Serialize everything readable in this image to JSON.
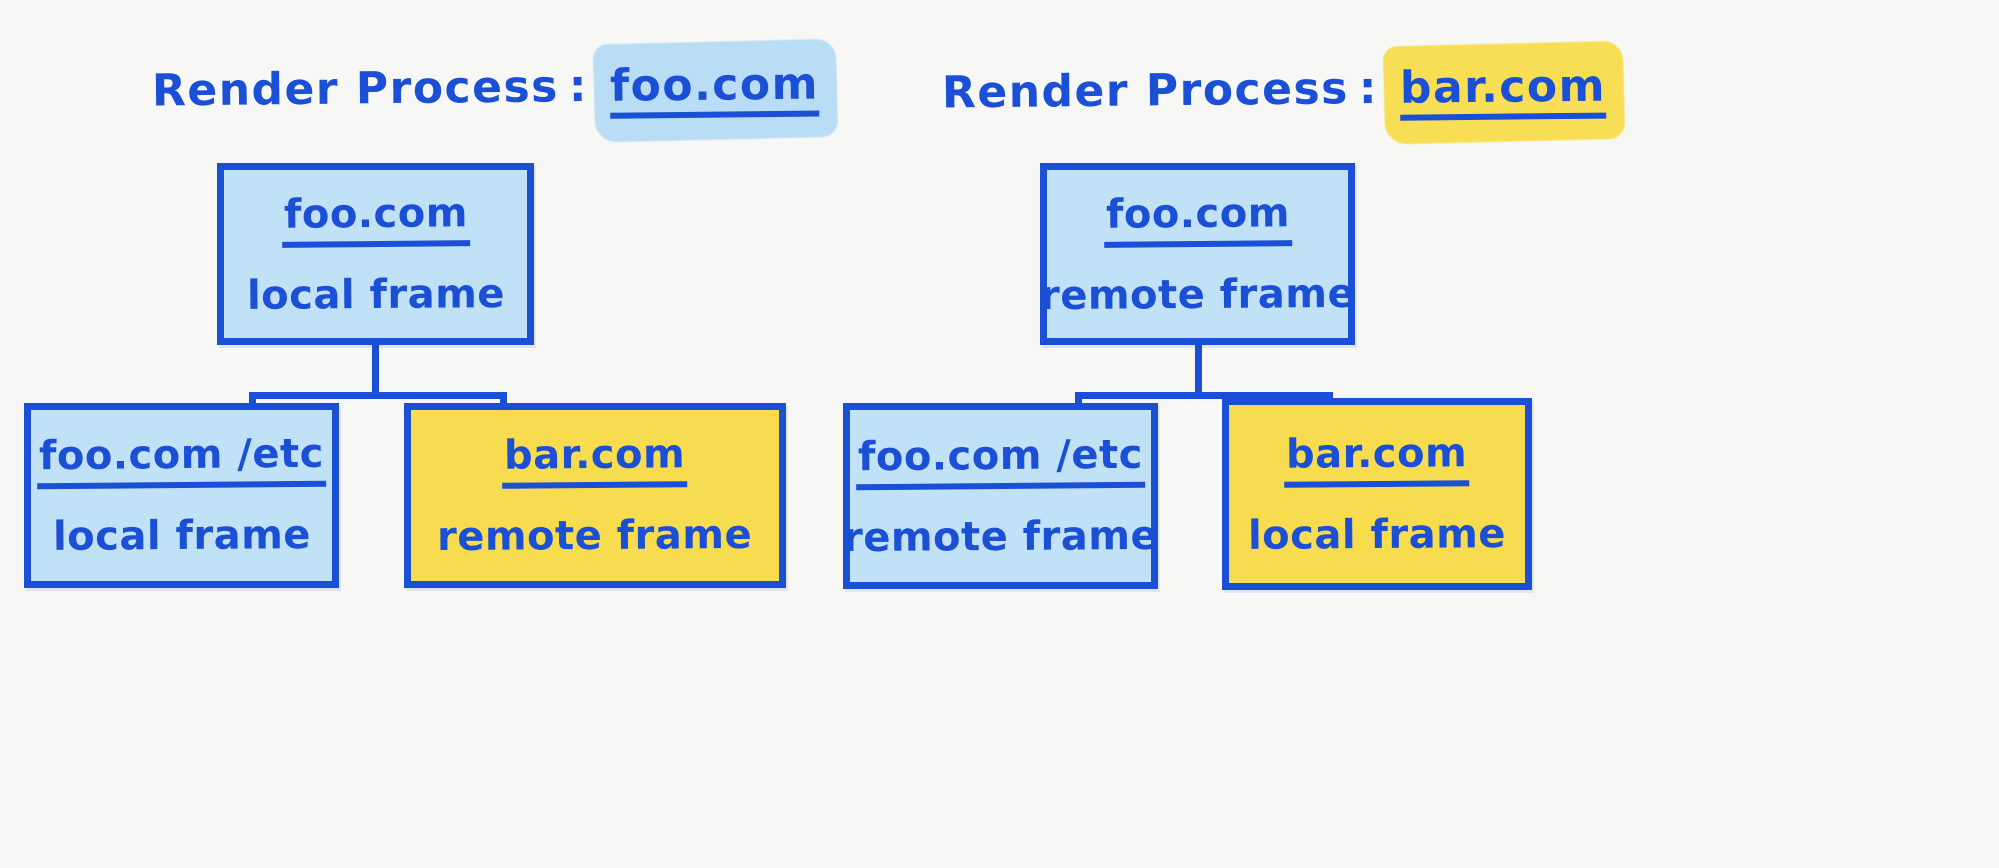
{
  "page": {
    "background_color": "#f7f7f5",
    "ink_color": "#1a4fd6",
    "blue_fill": "#c0e1f6",
    "yellow_fill": "#f7dc4f",
    "blue_highlight": "#b8ddf5",
    "yellow_highlight": "#f8de55"
  },
  "processes": [
    {
      "title_lead": "Render Process",
      "title_separator": ":",
      "title_domain": "foo.com",
      "highlight": "blue",
      "nodes": {
        "parent": {
          "url": "foo.com",
          "frame_type": "local frame",
          "fill": "blue"
        },
        "child_left": {
          "url": "foo.com /etc",
          "frame_type": "local frame",
          "fill": "blue"
        },
        "child_right": {
          "url": "bar.com",
          "frame_type": "remote frame",
          "fill": "yellow"
        }
      }
    },
    {
      "title_lead": "Render Process",
      "title_separator": ":",
      "title_domain": "bar.com",
      "highlight": "yellow",
      "nodes": {
        "parent": {
          "url": "foo.com",
          "frame_type": "remote frame",
          "fill": "blue"
        },
        "child_left": {
          "url": "foo.com /etc",
          "frame_type": "remote frame",
          "fill": "blue"
        },
        "child_right": {
          "url": "bar.com",
          "frame_type": "local frame",
          "fill": "yellow"
        }
      }
    }
  ]
}
